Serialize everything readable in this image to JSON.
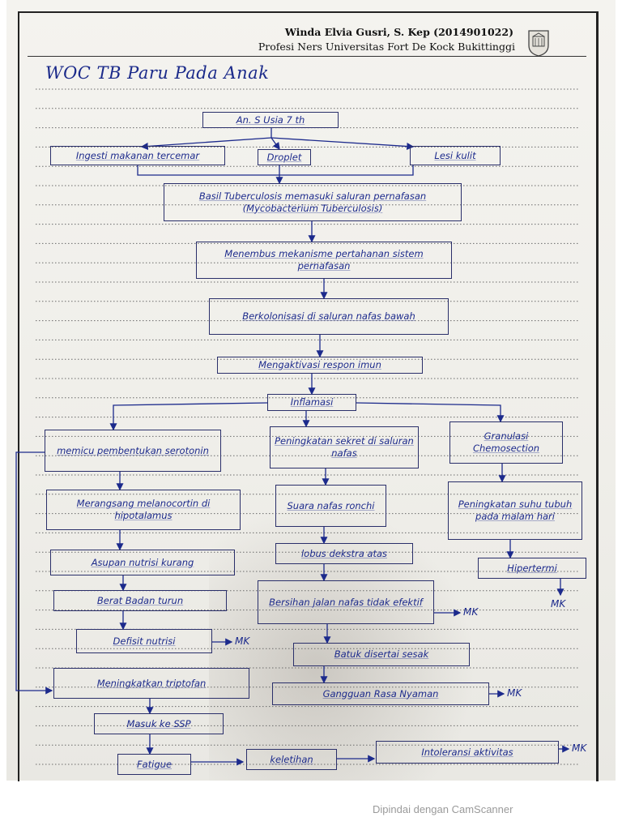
{
  "header": {
    "name": "Winda Elvia Gusri, S. Kep (2014901022)",
    "institution": "Profesi  Ners Universitas Fort De Kock Bukittinggi",
    "logo_icon": "university-crest-icon"
  },
  "title": "WOC TB Paru Pada Anak",
  "nodes": {
    "patient": "An. S Usia 7 th",
    "ingestion": "Ingesti makanan tercemar",
    "droplet": "Droplet",
    "skin_lesion": "Lesi kulit",
    "bacillus": "Basil Tuberculosis memasuki saluran pernafasan (Mycobacterium Tuberculosis)",
    "penetrate": "Menembus mekanisme pertahanan sistem pernafasan",
    "colonize": "Berkolonisasi di saluran nafas bawah",
    "activate": "Mengaktivasi respon imun",
    "inflammation": "Inflamasi",
    "serotonin": "memicu pembentukan serotonin",
    "secretion": "Peningkatan sekret di saluran nafas",
    "granulation": "Granulasi Chemosection",
    "melanocortin": "Merangsang melanocortin di hipotalamus",
    "breath_sound": "Suara nafas ronchi",
    "fever_night": "Peningkatan suhu tubuh pada malam hari",
    "low_intake": "Asupan nutrisi kurang",
    "upper_lobe": "lobus dekstra atas",
    "hyperthermia": "Hipertermi",
    "weight_loss": "Berat Badan turun",
    "airway": "Bersihan jalan nafas tidak efektif",
    "nutrition_deficit": "Defisit nutrisi",
    "cough": "Batuk disertai sesak",
    "tryptophan": "Meningkatkan triptofan",
    "comfort": "Gangguan Rasa Nyaman",
    "cns": "Masuk ke SSP",
    "fatigue": "Fatigue",
    "tiredness": "keletihan",
    "intolerance": "Intoleransi aktivitas"
  },
  "labels": {
    "mk": "MK"
  },
  "footer": "Dipindai dengan CamScanner",
  "colors": {
    "ink": "#1c2a8c",
    "box_border": "#2a2f6a",
    "paper": "#f2f1ec"
  }
}
